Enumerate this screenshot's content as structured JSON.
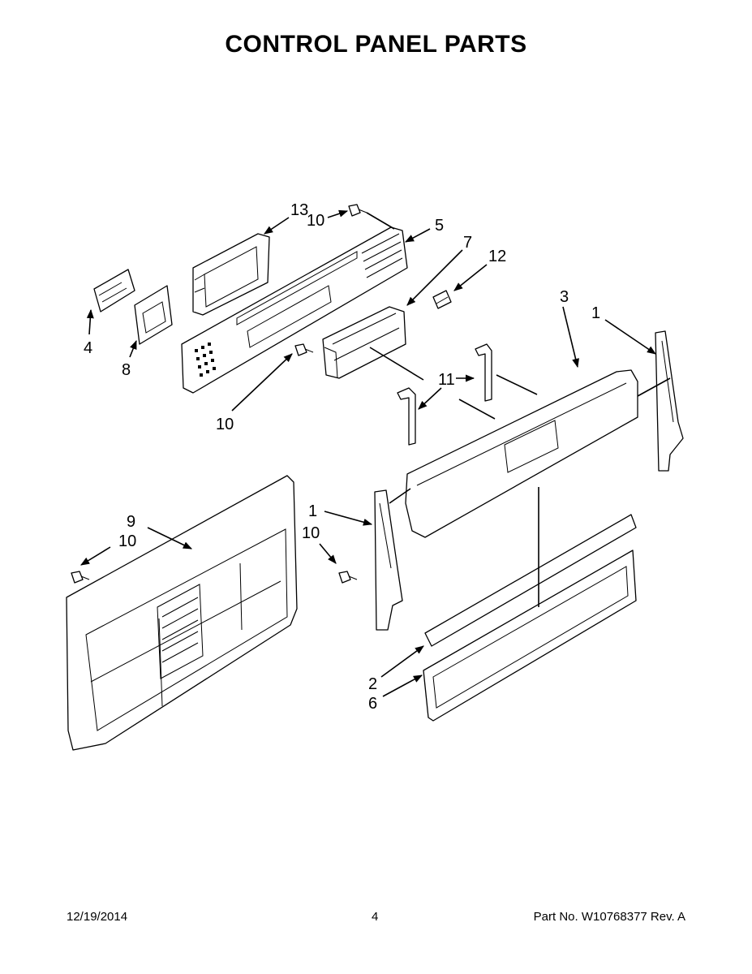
{
  "title": "CONTROL PANEL PARTS",
  "callouts": {
    "c13": "13",
    "c10a": "10",
    "c5": "5",
    "c7": "7",
    "c12": "12",
    "c3": "3",
    "c1a": "1",
    "c4": "4",
    "c8": "8",
    "c10b": "10",
    "c11": "11",
    "c9": "9",
    "c10c": "10",
    "c1b": "1",
    "c10d": "10",
    "c2": "2",
    "c6": "6"
  },
  "footer": {
    "date": "12/19/2014",
    "page": "4",
    "part": "Part No.  W10768377  Rev.  A"
  }
}
